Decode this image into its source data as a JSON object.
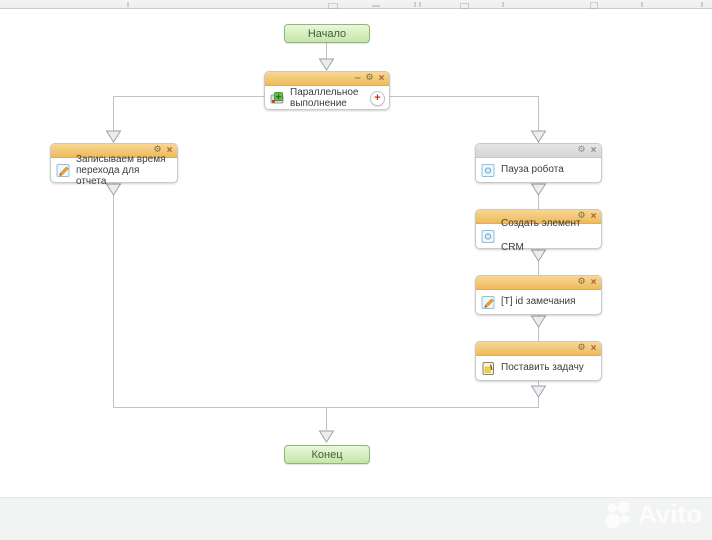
{
  "icons": {
    "settings": "⚙",
    "close": "×",
    "minimize": "–",
    "add": "+"
  },
  "start_button": {
    "label": "Начало"
  },
  "end_button": {
    "label": "Конец"
  },
  "nodes": {
    "parallel": {
      "title_line1": "Параллельное",
      "title_line2": "выполнение"
    },
    "log_time": {
      "title_line1": "Записываем время",
      "title_line2": "перехода для отчета"
    },
    "pause": {
      "title": "Пауза робота"
    },
    "create_crm": {
      "title": "Создать элемент CRM"
    },
    "remark_id": {
      "title": "[T] id замечания"
    },
    "set_task": {
      "title": "Поставить задачу"
    }
  },
  "watermark": {
    "text": "Avito"
  },
  "colors": {
    "header_orange": "#f2c06a",
    "header_gray": "#dcdcdc",
    "button_green": "#cde9b4",
    "connector": "#bcc3cb",
    "add_accent": "#cc2f2a"
  }
}
